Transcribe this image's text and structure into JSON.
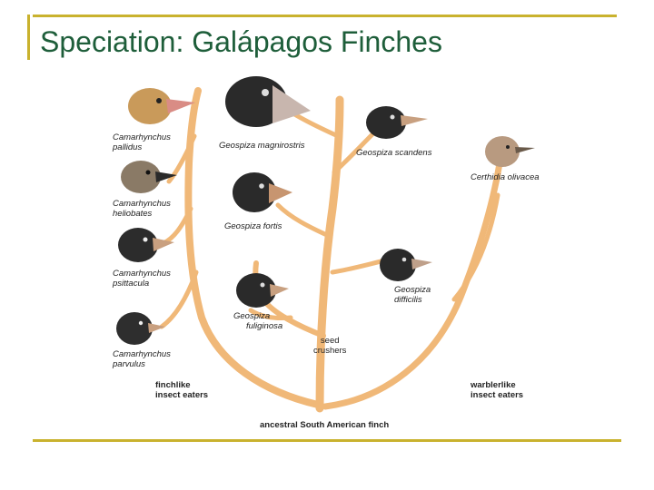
{
  "slide": {
    "title": "Speciation: Galápagos Finches"
  },
  "figure": {
    "species": [
      {
        "name": "Camarhynchus pallidus",
        "line1": "Camarhynchus",
        "line2": "pallidus"
      },
      {
        "name": "Camarhynchus heliobates",
        "line1": "Camarhynchus",
        "line2": "heliobates"
      },
      {
        "name": "Camarhynchus psittacula",
        "line1": "Camarhynchus",
        "line2": "psittacula"
      },
      {
        "name": "Camarhynchus parvulus",
        "line1": "Camarhynchus",
        "line2": "parvulus"
      },
      {
        "name": "Geospiza magnirostris",
        "line1": "Geospiza magnirostris"
      },
      {
        "name": "Geospiza fortis",
        "line1": "Geospiza fortis"
      },
      {
        "name": "Geospiza fuliginosa",
        "line1": "Geospiza",
        "line2": "fuliginosa"
      },
      {
        "name": "Geospiza scandens",
        "line1": "Geospiza scandens"
      },
      {
        "name": "Geospiza difficilis",
        "line1": "Geospiza",
        "line2": "difficilis"
      },
      {
        "name": "Certhidia olivacea",
        "line1": "Certhidia olivacea"
      }
    ],
    "groups": {
      "finchlike": {
        "line1": "finchlike",
        "line2": "insect eaters"
      },
      "seed": {
        "line1": "seed",
        "line2": "crushers"
      },
      "warblerlike": {
        "line1": "warblerlike",
        "line2": "insect eaters"
      }
    },
    "ancestor": "ancestral South American finch",
    "colors": {
      "tree": "#f0b878",
      "title": "#1e5e3a",
      "rule": "#c9b22e"
    }
  }
}
